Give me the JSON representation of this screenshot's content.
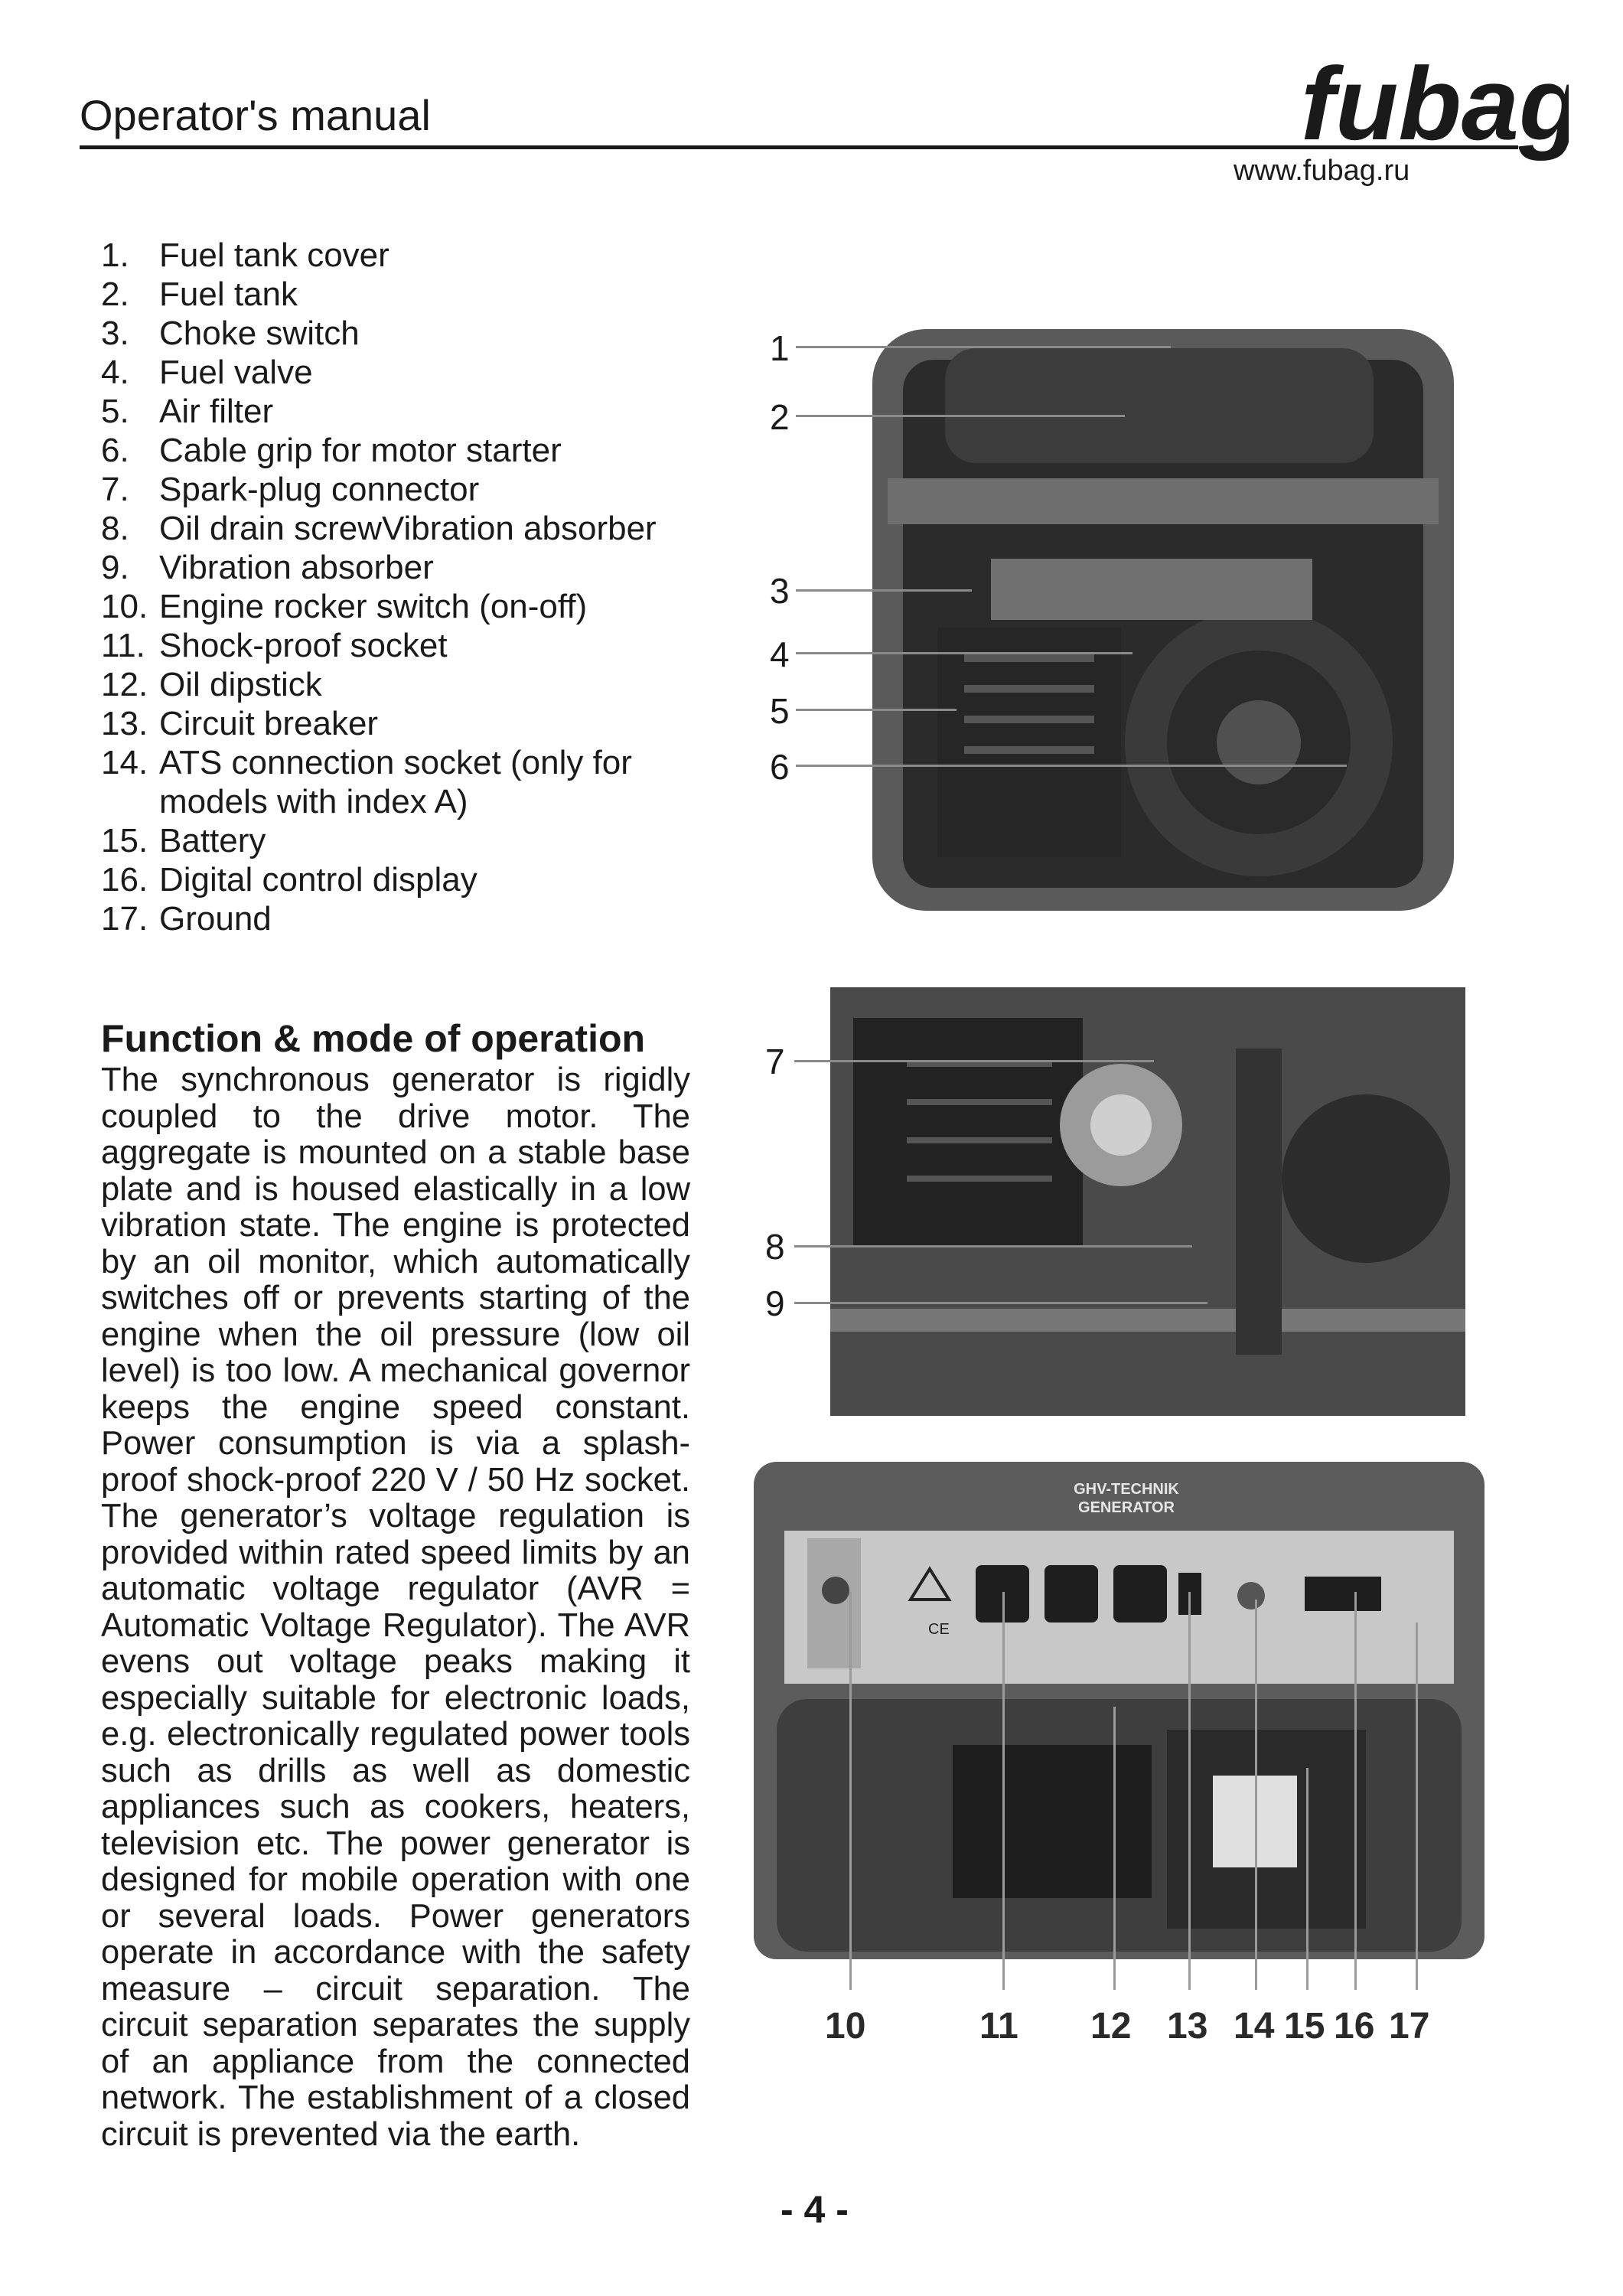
{
  "header": {
    "title": "Operator's manual",
    "brand": "fubag",
    "url": "www.fubag.ru"
  },
  "parts": [
    {
      "num": "1.",
      "label": "Fuel tank cover"
    },
    {
      "num": "2.",
      "label": "Fuel tank"
    },
    {
      "num": "3.",
      "label": "Choke switch"
    },
    {
      "num": "4.",
      "label": "Fuel valve"
    },
    {
      "num": "5.",
      "label": "Air filter"
    },
    {
      "num": "6.",
      "label": "Cable grip for motor starter"
    },
    {
      "num": "7.",
      "label": "Spark-plug connector"
    },
    {
      "num": "8.",
      "label": "Oil drain screwVibration absorber"
    },
    {
      "num": "9.",
      "label": "Vibration absorber"
    },
    {
      "num": "10.",
      "label": "Engine rocker switch (on-off)"
    },
    {
      "num": "11.",
      "label": "Shock-proof socket"
    },
    {
      "num": "12.",
      "label": "Oil dipstick"
    },
    {
      "num": "13.",
      "label": "Circuit breaker"
    },
    {
      "num": "14.",
      "label": "ATS connection socket (only for models with index A)"
    },
    {
      "num": "15.",
      "label": "Battery"
    },
    {
      "num": "16.",
      "label": "Digital control display"
    },
    {
      "num": "17.",
      "label": "Ground"
    }
  ],
  "function": {
    "title": "Function & mode of operation",
    "body": "The synchronous generator is rigidly coupled to the drive motor. The aggregate is mounted on a stable base plate and is housed elastically in a low vibration state. The engine is protected by an oil monitor, which automatically switches off or prevents starting of the engine when the oil pressure (low oil level) is too low. A mechanical governor keeps the engine speed constant. Power consumption is via a splash-proof shock-proof 220 V / 50 Hz socket. The generator’s voltage regulation is provided within rated speed limits by an automatic voltage regulator (AVR = Automatic Voltage Regulator). The AVR evens out voltage peaks making it especially suitable for electronic loads, e.g. electronically regulated power tools such as drills as well as domestic appliances such as cookers, heaters, television etc. The power generator is designed for mobile operation with one or several loads. Power generators operate in accordance with the safety measure – circuit separation. The circuit separation separates the supply of an appliance from the connected network. The establishment of a closed circuit is prevented via the earth."
  },
  "photo1_callouts": [
    "1",
    "2",
    "3",
    "4",
    "5",
    "6"
  ],
  "photo2_callouts": [
    "7",
    "8",
    "9"
  ],
  "photo3_callouts": [
    "10",
    "11",
    "12",
    "13",
    "14",
    "15",
    "16",
    "17"
  ],
  "panel_text": {
    "brand_line1": "GHV-TECHNIK",
    "brand_line2": "GENERATOR",
    "ce_mark": "CE"
  },
  "page_number": "- 4 -"
}
